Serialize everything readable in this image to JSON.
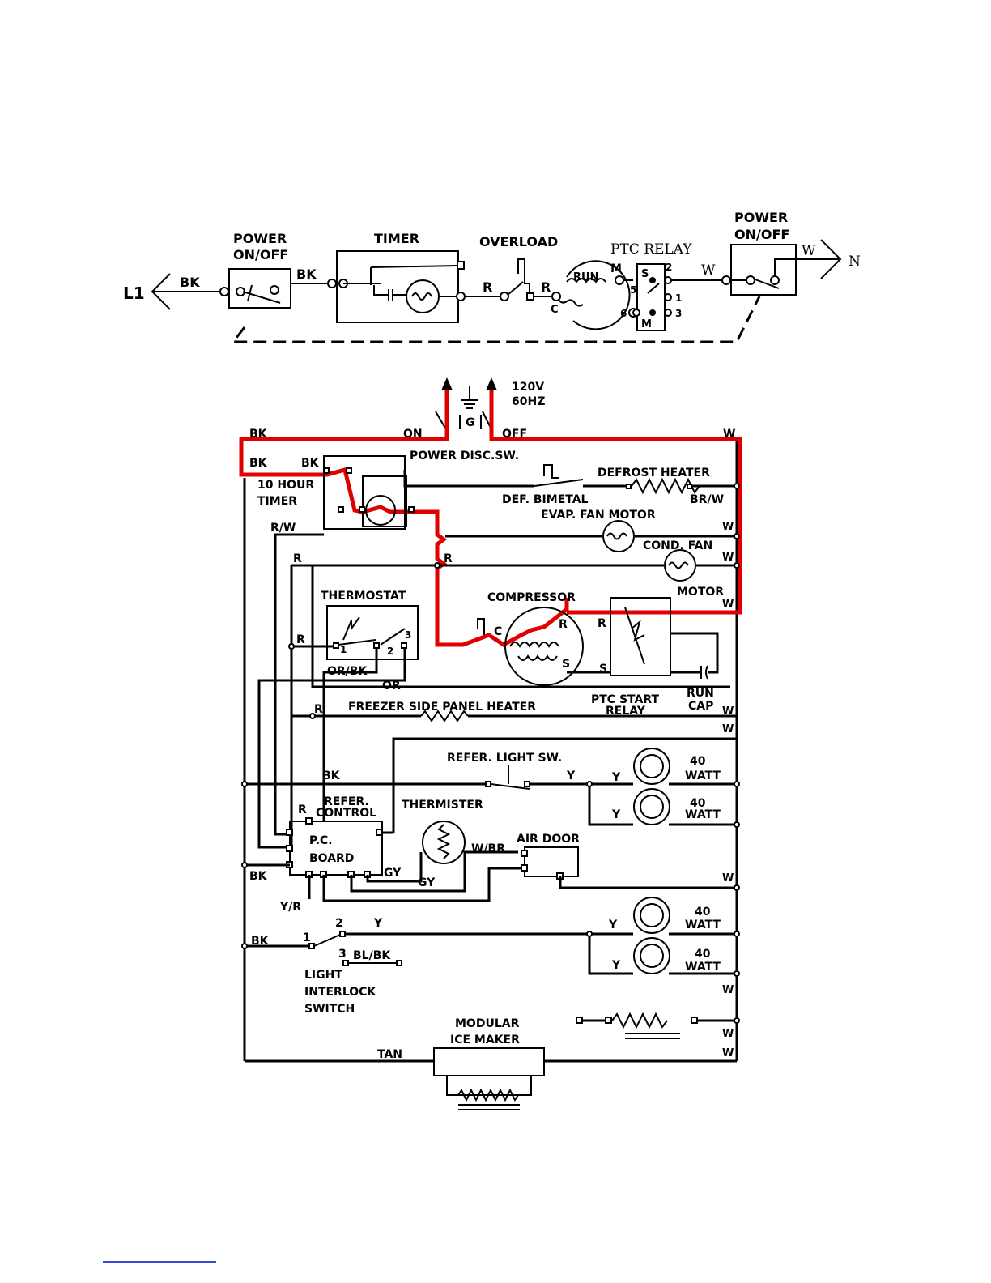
{
  "top_schematic": {
    "line_in": "L1",
    "neutral": "N",
    "wire_bk_1": "BK",
    "wire_bk_2": "BK",
    "wire_r_1": "R",
    "wire_r_2": "R",
    "wire_w_1": "W",
    "wire_w_2": "W",
    "power_switch_left": [
      "POWER",
      "ON/OFF"
    ],
    "power_switch_right": [
      "POWER",
      "ON/OFF"
    ],
    "timer": "TIMER",
    "overload": "OVERLOAD",
    "ptc_relay": "PTC RELAY",
    "motor_run": "RUN",
    "motor_m": "M",
    "motor_c": "C",
    "relay_s": "S",
    "relay_m": "M",
    "relay_pins": [
      "2",
      "5",
      "1",
      "6",
      "3"
    ]
  },
  "main_diagram": {
    "supply": [
      "120V",
      "60HZ"
    ],
    "ground": "G",
    "on": "ON",
    "off": "OFF",
    "power_disc_sw": "POWER DISC.SW.",
    "timer": [
      "10 HOUR",
      "TIMER"
    ],
    "defrost_heater": "DEFROST HEATER",
    "def_bimetal": "DEF. BIMETAL",
    "evap_fan_motor": "EVAP. FAN MOTOR",
    "cond_fan_motor": [
      "COND. FAN",
      "MOTOR"
    ],
    "thermostat": "THERMOSTAT",
    "thermostat_pins": [
      "1",
      "2",
      "3"
    ],
    "compressor": "COMPRESSOR",
    "compressor_c": "C",
    "compressor_r": "R",
    "compressor_s": "S",
    "relay_r": "R",
    "relay_s": "S",
    "ptc_start_relay": [
      "PTC START",
      "RELAY"
    ],
    "run_cap": [
      "RUN",
      "CAP"
    ],
    "freezer_side_panel_heater": "FREEZER SIDE PANEL HEATER",
    "refer_light_sw": "REFER. LIGHT SW.",
    "watt_40": "40",
    "watt_label": "WATT",
    "refer_control": [
      "REFER.",
      "CONTROL"
    ],
    "thermister": "THERMISTER",
    "pc_board": [
      "P.C.",
      "BOARD"
    ],
    "air_door": "AIR DOOR",
    "light_interlock_switch": [
      "LIGHT",
      "INTERLOCK",
      "SWITCH"
    ],
    "modular_ice_maker": [
      "MODULAR",
      "ICE MAKER"
    ],
    "switch_pins": [
      "1",
      "2",
      "3"
    ],
    "wire_labels": {
      "bk": "BK",
      "r_w": "R/W",
      "r": "R",
      "or_bk": "OR/BK",
      "or": "OR",
      "br_w": "BR/W",
      "y": "Y",
      "gy": "GY",
      "w_br": "W/BR",
      "y_r": "Y/R",
      "bl_bk": "BL/BK",
      "tan": "TAN",
      "w": "W"
    }
  },
  "colors": {
    "highlight": "#e00000",
    "wire": "#000000",
    "footer_link": "#3b4ad8"
  }
}
